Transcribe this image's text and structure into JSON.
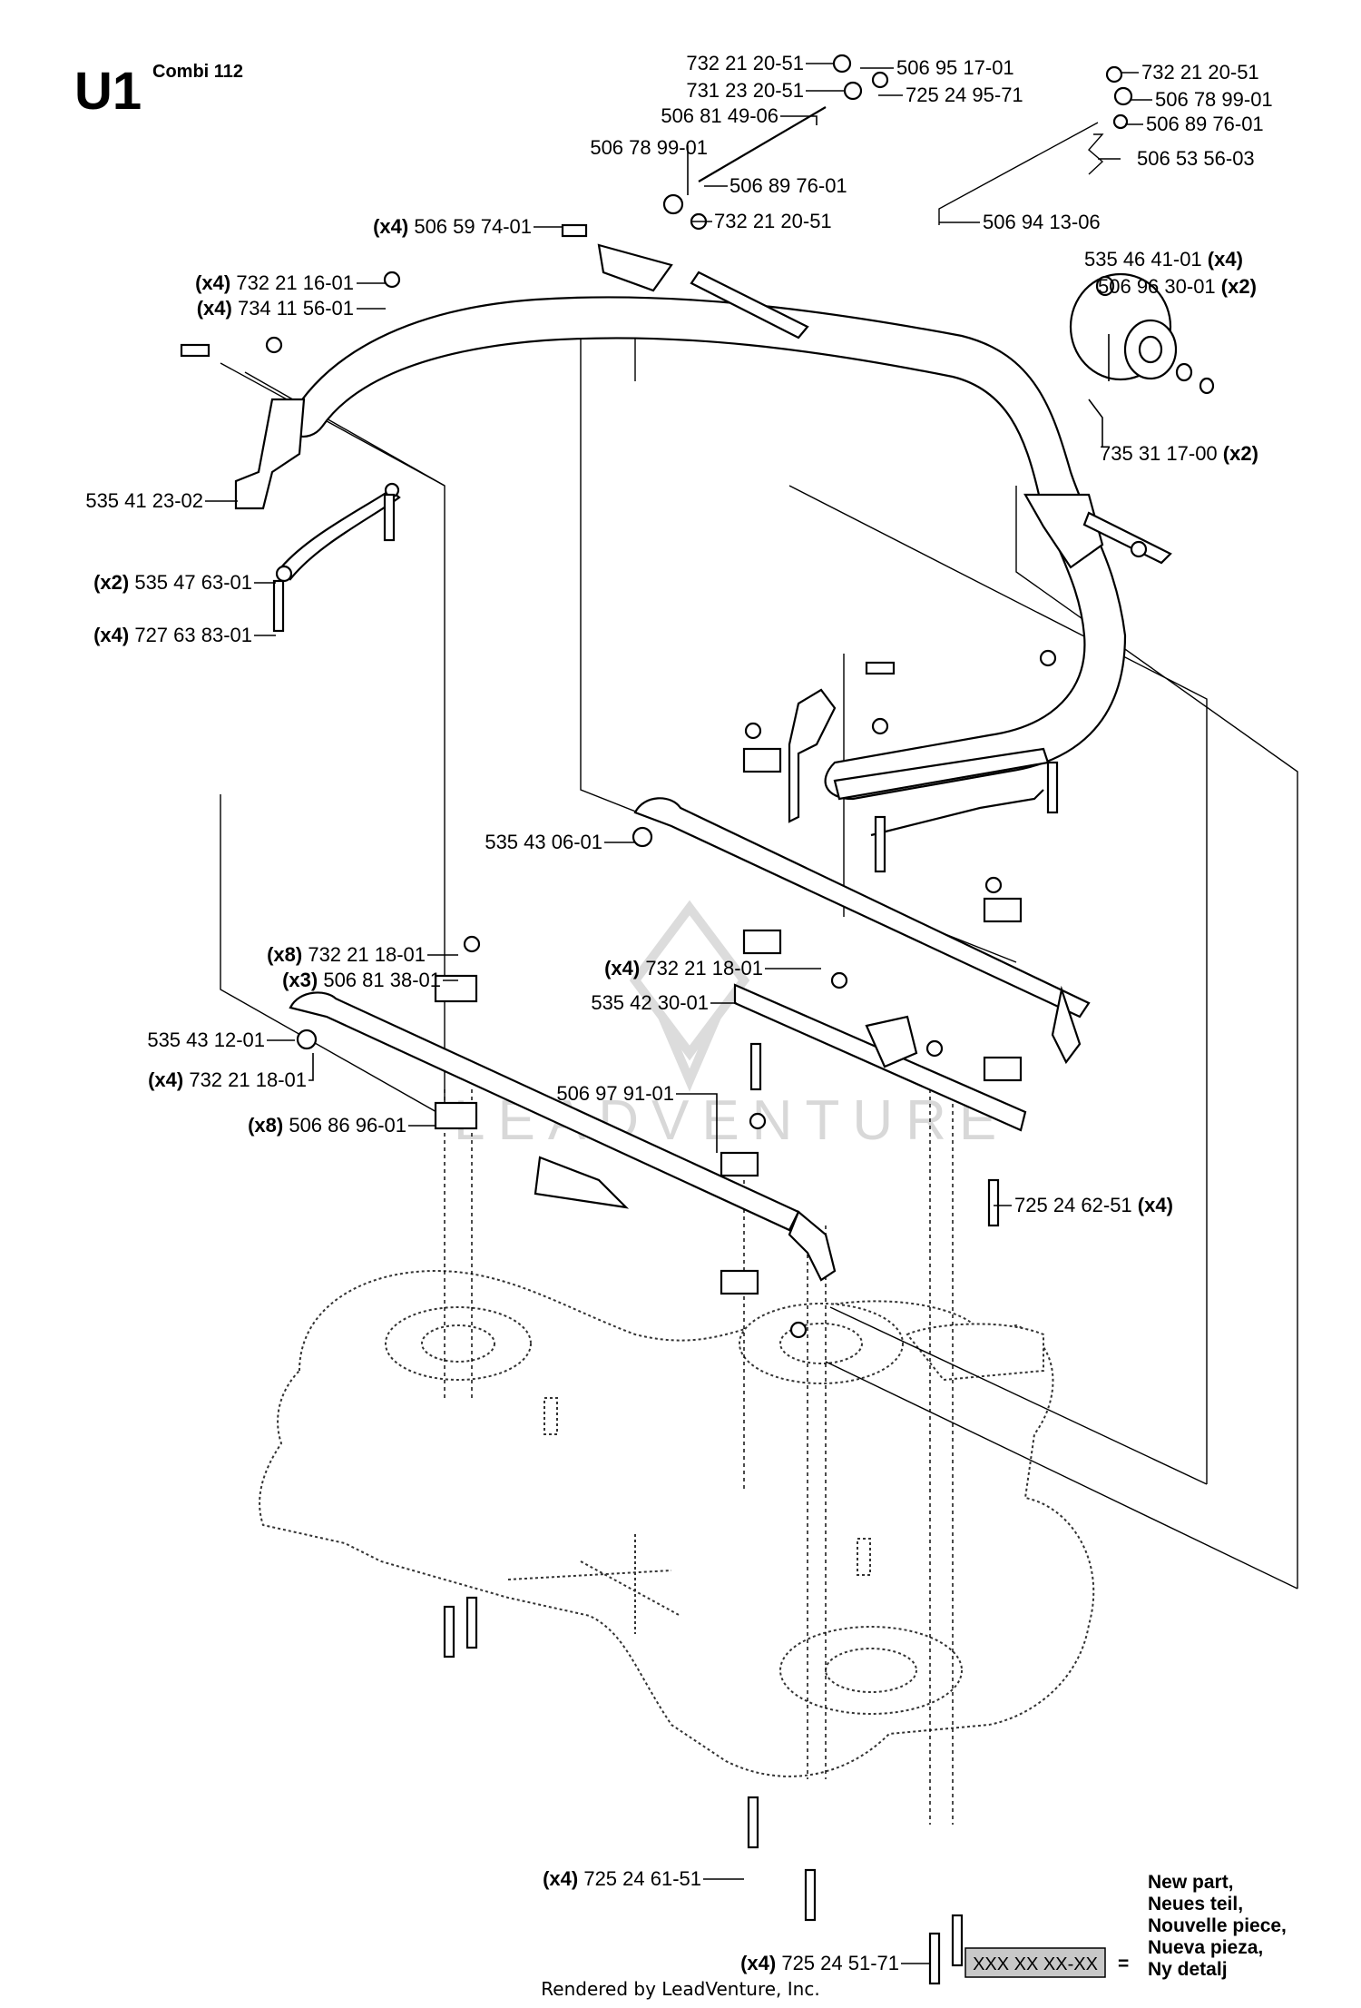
{
  "title": {
    "code": "U1",
    "model": "Combi 112"
  },
  "watermark": "LEADVENTURE",
  "footer": "Rendered by LeadVenture, Inc.",
  "legend": {
    "box_text": "XXX XX XX-XX",
    "equals": "=",
    "lines": [
      "New part,",
      "Neues teil,",
      "Nouvelle piece,",
      "Nueva pieza,",
      "Ny detalj"
    ]
  },
  "callouts": [
    {
      "id": "c1",
      "qty": "",
      "part": "732 21 20-51"
    },
    {
      "id": "c2",
      "qty": "",
      "part": "731 23 20-51"
    },
    {
      "id": "c3",
      "qty": "",
      "part": "506 81 49-06"
    },
    {
      "id": "c4",
      "qty": "",
      "part": "506 78 99-01"
    },
    {
      "id": "c5",
      "qty": "",
      "part": "506 95 17-01"
    },
    {
      "id": "c6",
      "qty": "",
      "part": "725 24 95-71"
    },
    {
      "id": "c7",
      "qty": "",
      "part": "506 89 76-01"
    },
    {
      "id": "c8",
      "qty": "",
      "part": "732 21 20-51"
    },
    {
      "id": "c9",
      "qty": "",
      "part": "732 21 20-51"
    },
    {
      "id": "c10",
      "qty": "",
      "part": "506 78 99-01"
    },
    {
      "id": "c11",
      "qty": "",
      "part": "506 89 76-01"
    },
    {
      "id": "c12",
      "qty": "",
      "part": "506 53 56-03"
    },
    {
      "id": "c13",
      "qty": "",
      "part": "506 94 13-06"
    },
    {
      "id": "c14",
      "qty": "(x4)",
      "part": "506 59 74-01"
    },
    {
      "id": "c15",
      "qty": "(x4)",
      "part": "732 21 16-01"
    },
    {
      "id": "c16",
      "qty": "(x4)",
      "part": "734 11 56-01"
    },
    {
      "id": "c17",
      "qty": "(x4)",
      "part": "535 46 41-01"
    },
    {
      "id": "c18",
      "qty": "(x2)",
      "part": "506 96 30-01"
    },
    {
      "id": "c19",
      "qty": "(x2)",
      "part": "735 31 17-00"
    },
    {
      "id": "c20",
      "qty": "",
      "part": "535 41 23-02"
    },
    {
      "id": "c21",
      "qty": "(x2)",
      "part": "535 47 63-01"
    },
    {
      "id": "c22",
      "qty": "(x4)",
      "part": "727 63 83-01"
    },
    {
      "id": "c23",
      "qty": "",
      "part": "535 43 06-01"
    },
    {
      "id": "c24",
      "qty": "(x8)",
      "part": "732 21 18-01"
    },
    {
      "id": "c25",
      "qty": "(x3)",
      "part": "506 81 38-01"
    },
    {
      "id": "c26",
      "qty": "",
      "part": "535 43 12-01"
    },
    {
      "id": "c27",
      "qty": "(x4)",
      "part": "732 21 18-01"
    },
    {
      "id": "c28",
      "qty": "(x8)",
      "part": "506 86 96-01"
    },
    {
      "id": "c29",
      "qty": "(x4)",
      "part": "732 21 18-01"
    },
    {
      "id": "c30",
      "qty": "",
      "part": "535 42 30-01"
    },
    {
      "id": "c31",
      "qty": "",
      "part": "506 97 91-01"
    },
    {
      "id": "c32",
      "qty": "(x4)",
      "part": "725 24 62-51"
    },
    {
      "id": "c33",
      "qty": "(x4)",
      "part": "725 24 61-51"
    },
    {
      "id": "c34",
      "qty": "(x4)",
      "part": "725 24 51-71"
    }
  ]
}
